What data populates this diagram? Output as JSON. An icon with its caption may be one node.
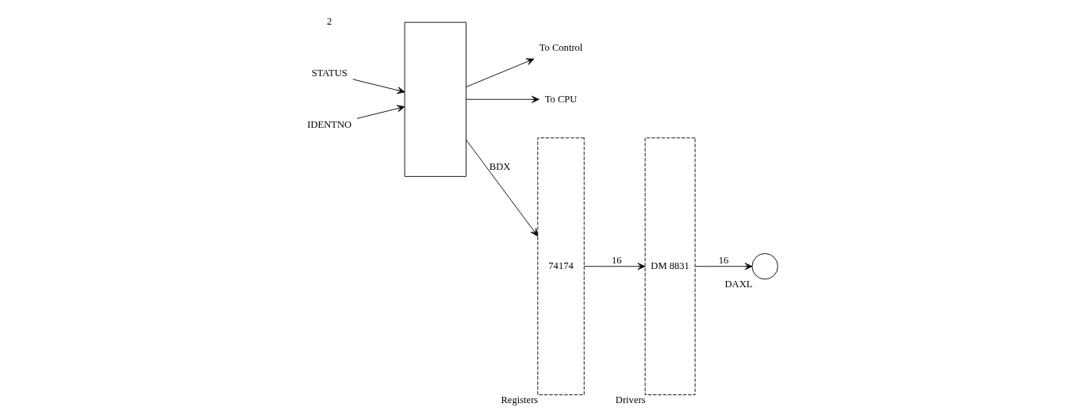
{
  "diagram": {
    "nodes": [
      {
        "text": [
          "STATUS"
        ]
      },
      {
        "text": [
          "IDENTNO"
        ]
      },
      {
        "text": [],
        "shape": "box"
      },
      {
        "text": [
          "To Control"
        ]
      },
      {
        "text": [
          "To CPU"
        ]
      },
      {
        "text": [
          "74174"
        ],
        "beside": [
          "Registers"
        ]
      },
      {
        "text": [
          "DM 8831"
        ],
        "beside": [
          "Drivers"
        ]
      },
      {
        "text": [],
        "shape": "circle",
        "beside": [
          "DAXL"
        ]
      }
    ],
    "edges": [
      {
        "from": 0,
        "to": 2,
        "arrow": "to"
      },
      {
        "from": 1,
        "to": 2,
        "arrow": "to"
      },
      {
        "from": 2,
        "to": 3,
        "arrow": "to"
      },
      {
        "from": 2,
        "to": 5,
        "arrow": "to",
        "label": "BDX"
      },
      {
        "from": 2,
        "to": 4,
        "arrow": "to"
      },
      {
        "from": 5,
        "to": 6,
        "arrow": "to",
        "label": "16"
      },
      {
        "from": 6,
        "to": 7,
        "arrow": "to",
        "label": "16"
      }
    ],
    "labels": [
      "2"
    ]
  }
}
